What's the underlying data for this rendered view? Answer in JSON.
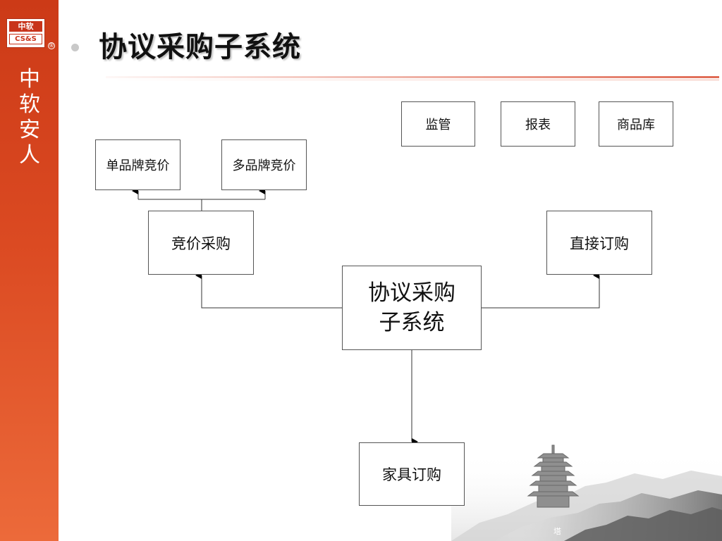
{
  "branding": {
    "logo_top": "中软",
    "logo_bottom": "CS&S",
    "registered_mark": "®",
    "slogan_chars": [
      "中",
      "软",
      "安",
      "人"
    ]
  },
  "slide": {
    "title": "协议采购子系统"
  },
  "diagram": {
    "nodes": {
      "jianguan": "监管",
      "baobiao": "报表",
      "shangpinku": "商品库",
      "danpinpai": "单品牌竞价",
      "duopinpai": "多品牌竞价",
      "jingjia": "竞价采购",
      "zhijie": "直接订购",
      "center_line1": "协议采购",
      "center_line2": "子系统",
      "jiaju": "家具订购"
    },
    "edges": [
      {
        "from": "center",
        "to": "jingjia"
      },
      {
        "from": "center",
        "to": "zhijie"
      },
      {
        "from": "center",
        "to": "jiaju"
      },
      {
        "from": "jingjia",
        "to": "danpinpai"
      },
      {
        "from": "jingjia",
        "to": "duopinpai"
      }
    ]
  },
  "colors": {
    "sidebar": "#d9461f",
    "accent_rule": "#e06b55",
    "box_border": "#555555"
  }
}
